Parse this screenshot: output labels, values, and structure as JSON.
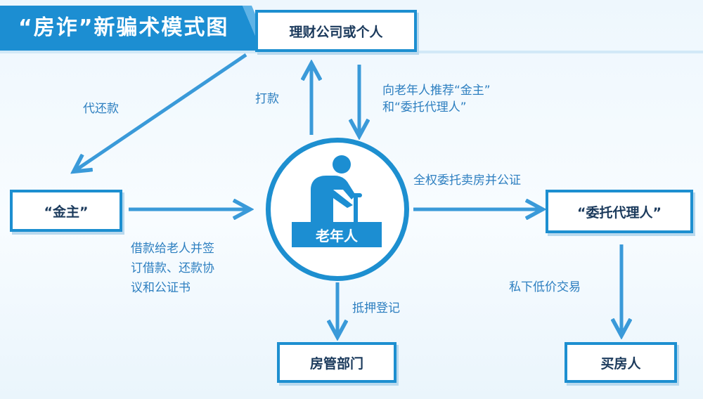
{
  "title": "“房诈”新骗术模式图",
  "nodes": {
    "finance": "理财公司或个人",
    "jinzhu": "“金主”",
    "agent": "“委托代理人”",
    "housing": "房管部门",
    "buyer": "买房人",
    "elder": "老年人"
  },
  "labels": {
    "repay": "代还款",
    "pay": "打款",
    "recommend_1": "向老年人推荐“金主”",
    "recommend_2": "和“委托代理人”",
    "authorize": "全权委托卖房并公证",
    "loan_1": "借款给老人并签",
    "loan_2": "订借款、还款协",
    "loan_3": "议和公证书",
    "mortgage": "抵押登记",
    "private_trade": "私下低价交易"
  },
  "colors": {
    "accent": "#1d8fd0",
    "arrow": "#3a9ad9",
    "text": "#2d7fc0",
    "node_text": "#1b3a5c"
  },
  "icons": {
    "elder": "elderly-person-with-cane-icon"
  }
}
